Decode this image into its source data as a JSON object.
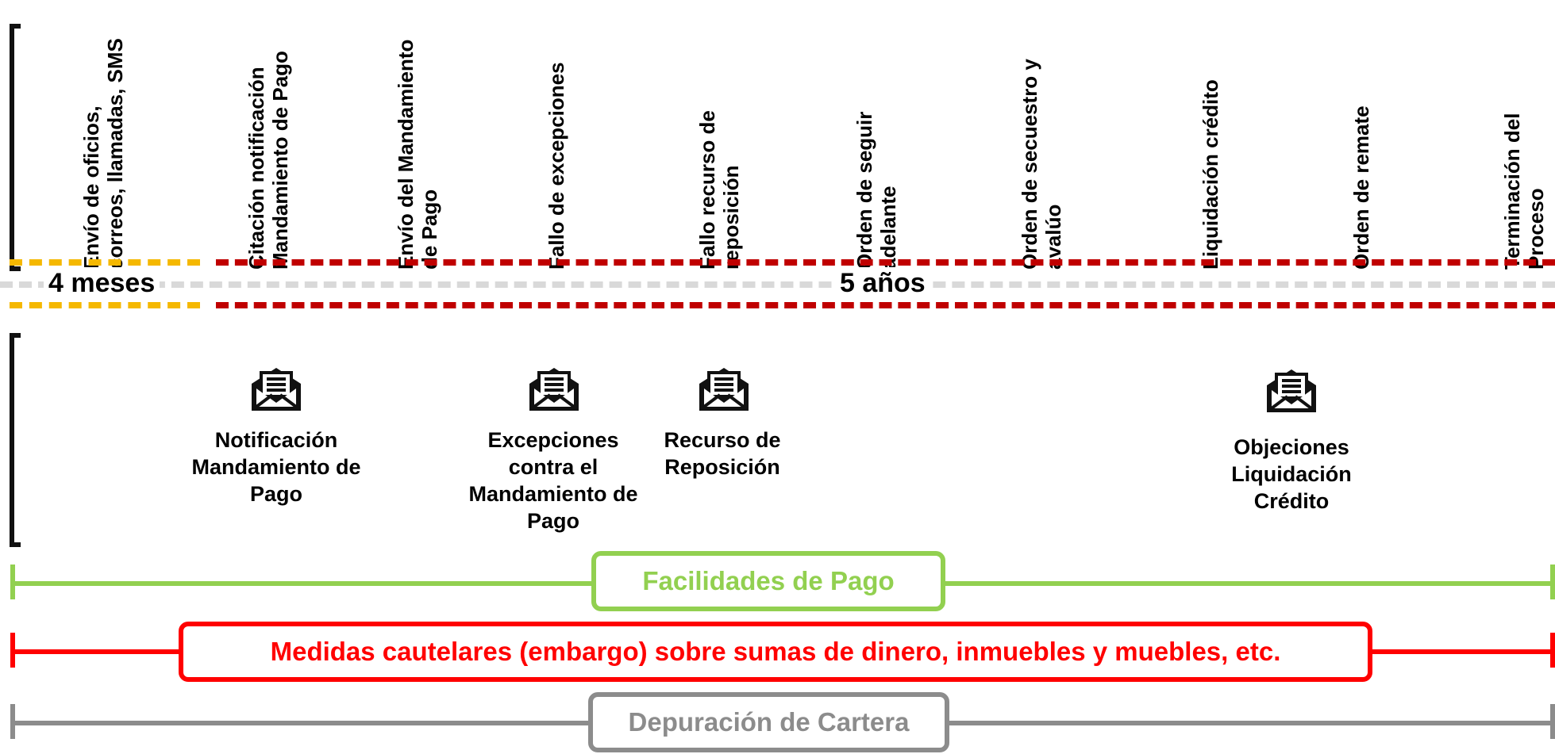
{
  "steps": [
    {
      "label": "Envío de oficios,\ncorreos, llamadas, SMS"
    },
    {
      "label": "Citación notificación\nMandamiento de Pago"
    },
    {
      "label": "Envío del Mandamiento\nde Pago"
    },
    {
      "label": "Fallo de excepciones"
    },
    {
      "label": "Fallo recurso de\nreposición"
    },
    {
      "label": "Orden de seguir\nadelante"
    },
    {
      "label": "Orden de secuestro y\navalúo"
    },
    {
      "label": "Liquidación crédito"
    },
    {
      "label": "Orden de remate"
    },
    {
      "label": "Terminación del\nProceso"
    }
  ],
  "periods": {
    "first": {
      "label": "4 meses",
      "color": "#f5b800"
    },
    "second": {
      "label": "5 años",
      "color": "#c00000"
    },
    "axis_color": "#d9d9d9"
  },
  "events": [
    {
      "label": "Notificación\nMandamiento de\nPago",
      "icon": "envelope-letter-icon"
    },
    {
      "label": "Excepciones\ncontra el\nMandamiento de\nPago",
      "icon": "envelope-letter-icon"
    },
    {
      "label": "Recurso de\nReposición",
      "icon": "envelope-letter-icon"
    },
    {
      "label": "Objeciones\nLiquidación\nCrédito",
      "icon": "envelope-letter-icon"
    }
  ],
  "bands": {
    "facilidades": {
      "label": "Facilidades de Pago",
      "color": "#92d050"
    },
    "medidas": {
      "label": "Medidas cautelares (embargo) sobre sumas de dinero, inmuebles y muebles, etc.",
      "color": "#ff0000"
    },
    "depuracion": {
      "label": "Depuración de Cartera",
      "color": "#8c8c8c"
    }
  }
}
